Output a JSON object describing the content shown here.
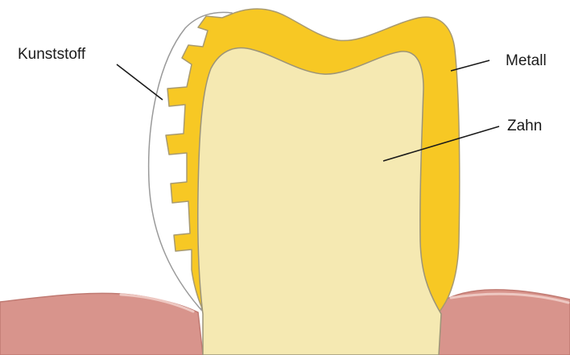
{
  "labels": {
    "kunststoff": "Kunststoff",
    "metall": "Metall",
    "zahn": "Zahn"
  },
  "colors": {
    "background": "#ffffff",
    "gum": "#d8948c",
    "gum_shadow": "#c07a72",
    "gum_highlight": "#eec8c2",
    "metal": "#f7c824",
    "metal_outline": "#a89a70",
    "tooth": "#f5e9b2",
    "tooth_outline": "#9c9478",
    "veneer": "#ffffff",
    "veneer_outline": "#9a9a9a",
    "leader_line": "#1a1a1a"
  }
}
